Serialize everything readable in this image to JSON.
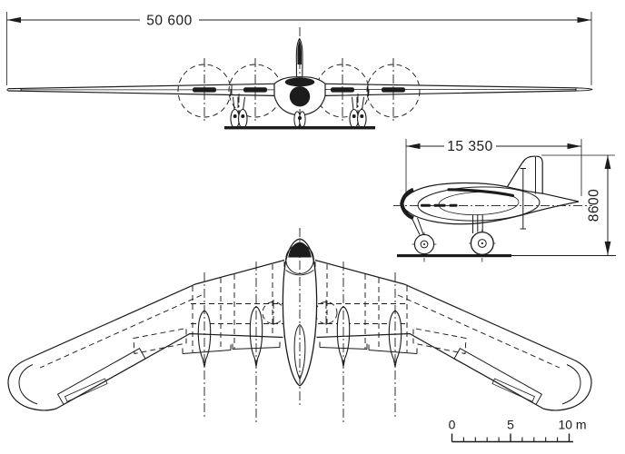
{
  "colors": {
    "ink": "#1c1c1c",
    "paper": "#ffffff"
  },
  "front_view": {
    "wingspan_dim": "50 600"
  },
  "side_view": {
    "length_dim": "15 350",
    "height_dim": "8600"
  },
  "scale_bar": {
    "zero_label": "0",
    "mid_label": "5",
    "end_label": "10 m"
  }
}
